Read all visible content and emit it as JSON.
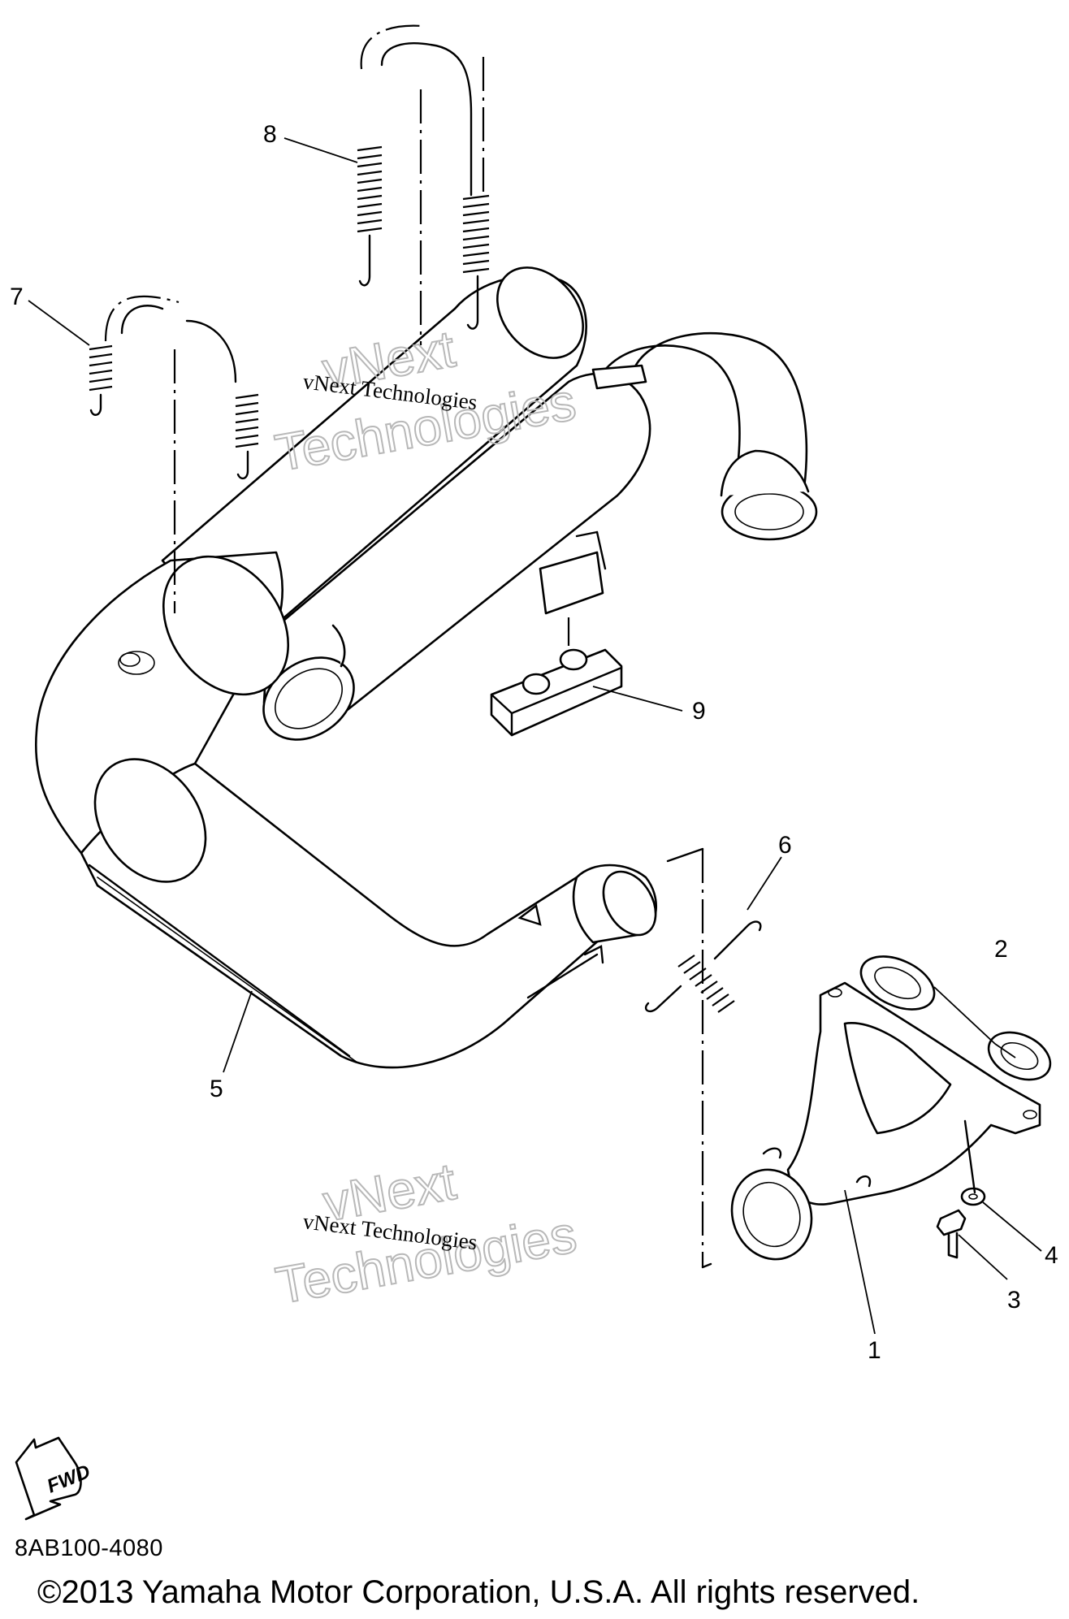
{
  "callouts": {
    "c1": "1",
    "c2": "2",
    "c3": "3",
    "c4": "4",
    "c5": "5",
    "c6": "6",
    "c7": "7",
    "c8": "8",
    "c9": "9"
  },
  "watermark": {
    "company": "vNext Technologies",
    "line1": "vNext",
    "line2": "Technologies"
  },
  "fwd_label": "FWD",
  "drawing_code": "8AB100-4080",
  "copyright": "©2013 Yamaha Motor Corporation, U.S.A. All rights reserved."
}
